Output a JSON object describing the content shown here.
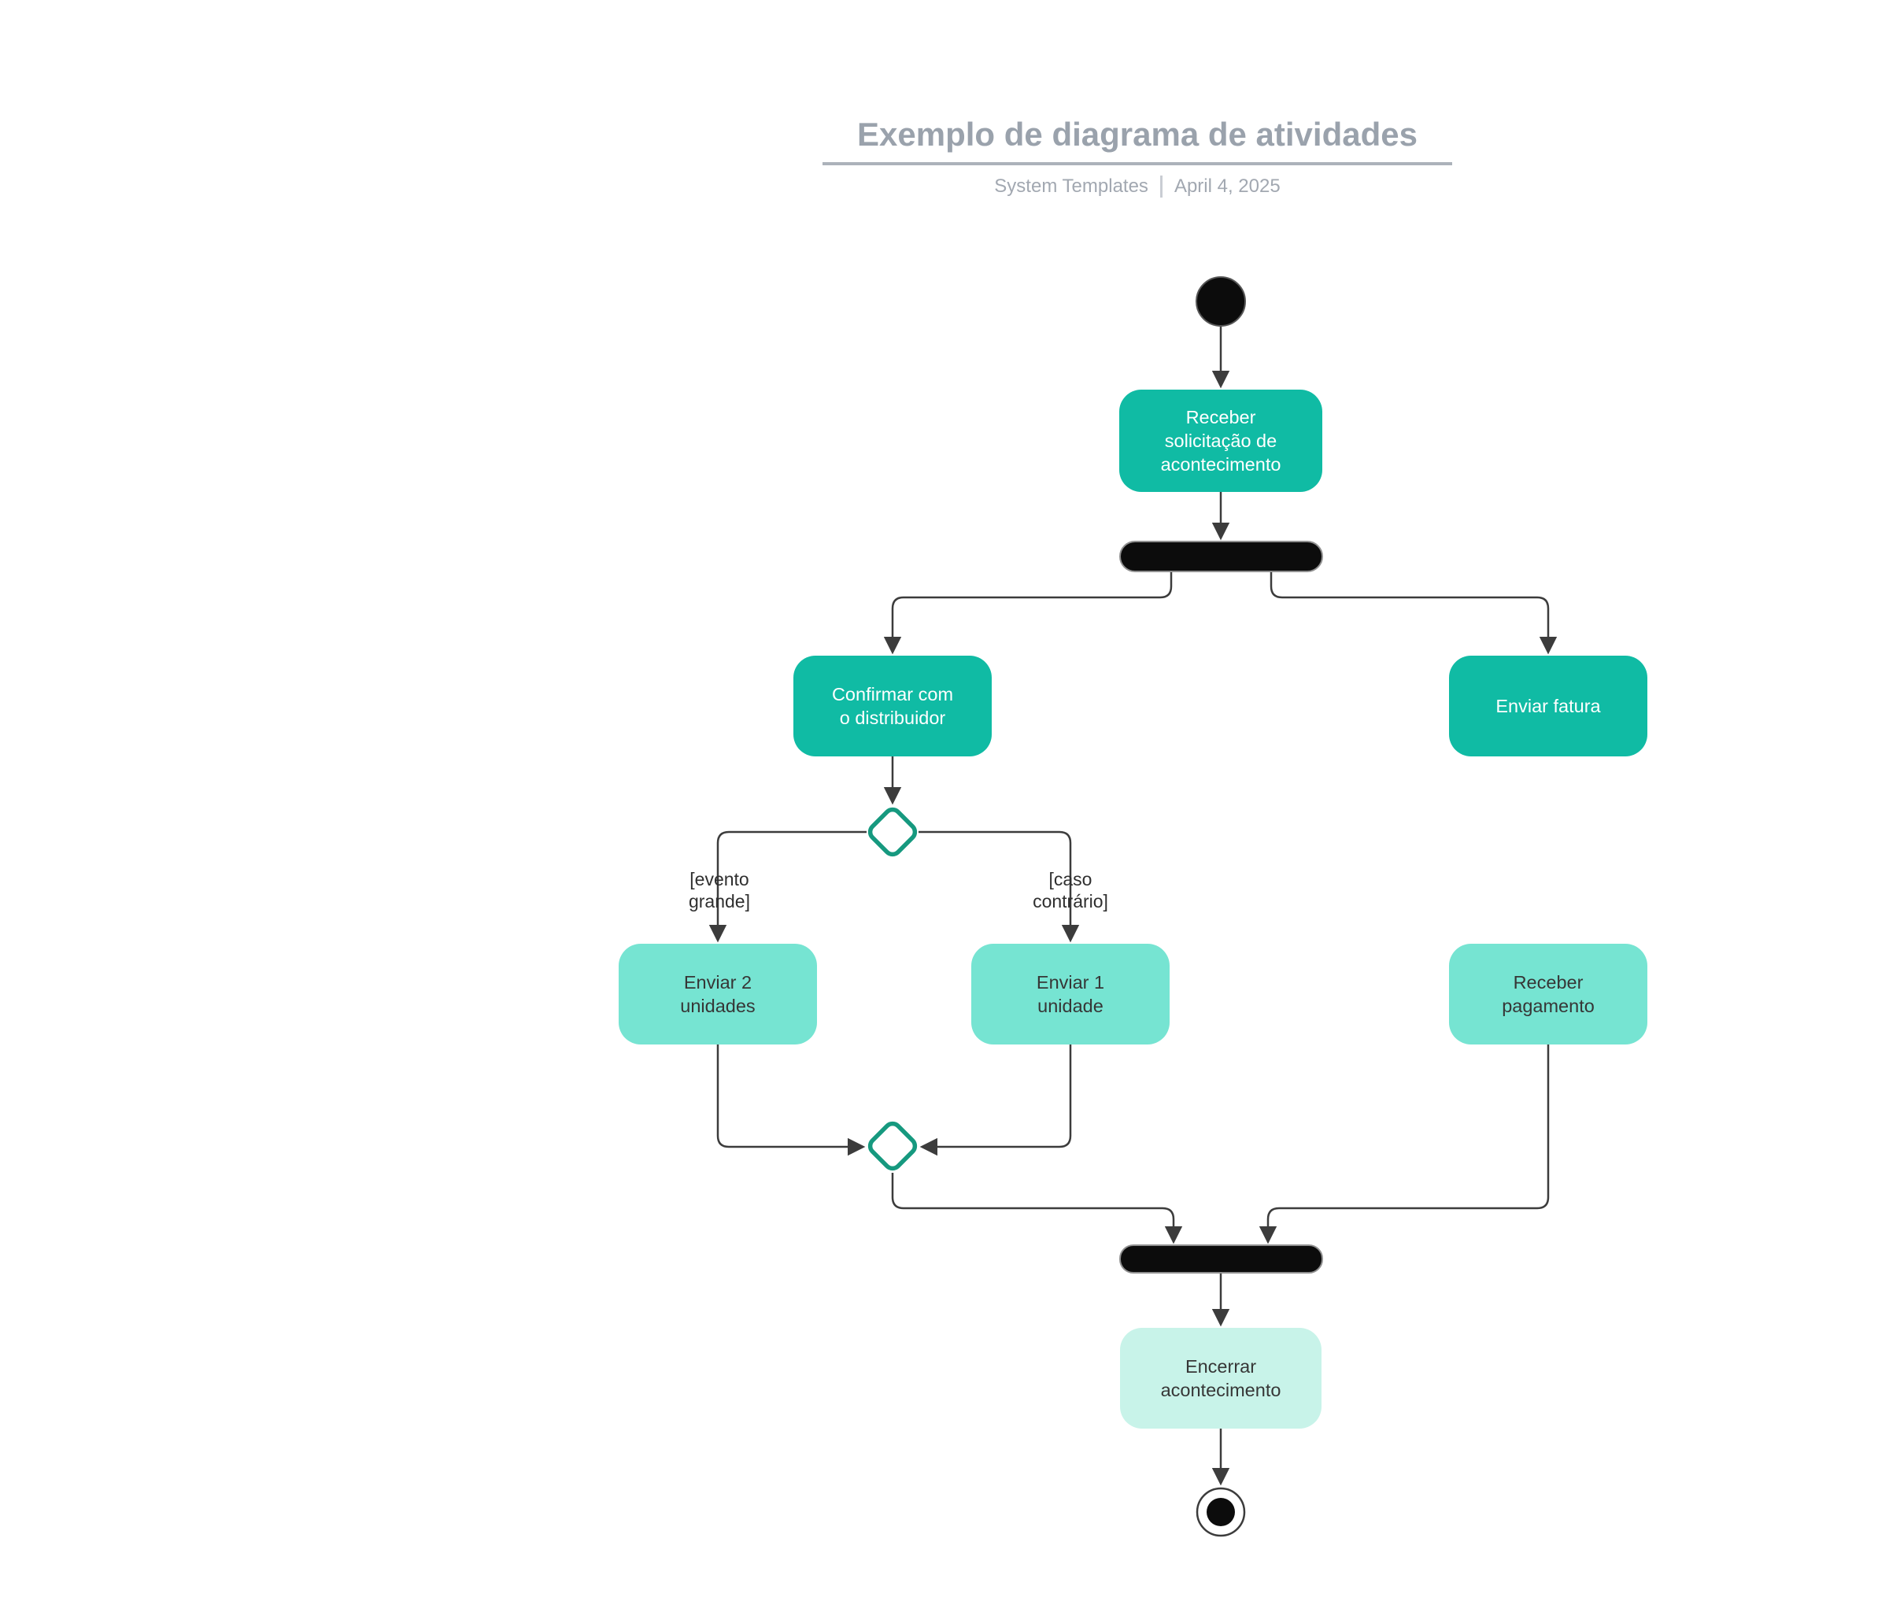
{
  "header": {
    "title": "Exemplo de diagrama de atividades",
    "author": "System Templates",
    "date": "April 4, 2025"
  },
  "nodes": {
    "receber_solicitacao": {
      "label": "Receber\nsolicitação de\nacontecimento"
    },
    "confirmar_distribuidor": {
      "label": "Confirmar com\no distribuidor"
    },
    "enviar_fatura": {
      "label": "Enviar fatura"
    },
    "enviar_2_unidades": {
      "label": "Enviar 2\nunidades"
    },
    "enviar_1_unidade": {
      "label": "Enviar 1\nunidade"
    },
    "receber_pagamento": {
      "label": "Receber\npagamento"
    },
    "encerrar_acontecimento": {
      "label": "Encerrar\nacontecimento"
    }
  },
  "guards": {
    "evento_grande": {
      "label": "[evento\ngrande]"
    },
    "caso_contrario": {
      "label": "[caso\ncontrário]"
    }
  },
  "colors": {
    "activity_primary": "#10BBA4",
    "activity_secondary": "#76E4D2",
    "activity_tertiary": "#C8F3E9",
    "decision_stroke": "#16997F",
    "edge": "#3C3C3C",
    "bar_fill": "#0C0C0C",
    "title_gray": "#9AA2AC",
    "guard_text": "#2F2F2F"
  }
}
